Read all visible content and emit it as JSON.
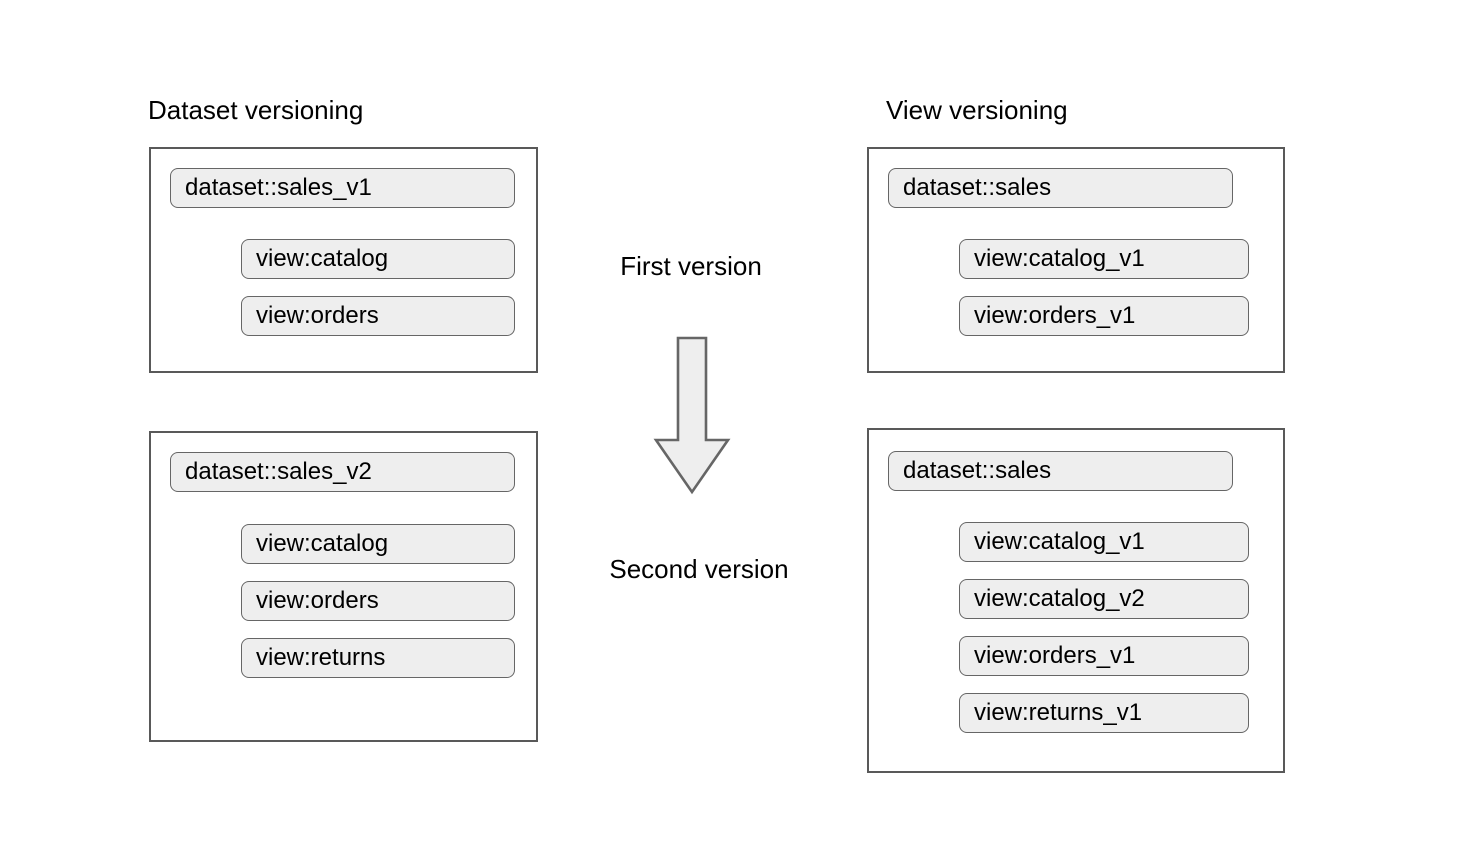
{
  "diagram": {
    "columns": [
      {
        "title": "Dataset versioning",
        "groups": [
          {
            "name": "first-version-group",
            "dataset": "dataset::sales_v1",
            "views": [
              "view:catalog",
              "view:orders"
            ]
          },
          {
            "name": "second-version-group",
            "dataset": "dataset::sales_v2",
            "views": [
              "view:catalog",
              "view:orders",
              "view:returns"
            ]
          }
        ]
      },
      {
        "title": "View versioning",
        "groups": [
          {
            "name": "first-version-group",
            "dataset": "dataset::sales",
            "views": [
              "view:catalog_v1",
              "view:orders_v1"
            ]
          },
          {
            "name": "second-version-group",
            "dataset": "dataset::sales",
            "views": [
              "view:catalog_v1",
              "view:catalog_v2",
              "view:orders_v1",
              "view:returns_v1"
            ]
          }
        ]
      }
    ],
    "center": {
      "first_label": "First version",
      "second_label": "Second version",
      "arrow_icon": "down-arrow-icon"
    },
    "colors": {
      "pill_fill": "#eeeeee",
      "pill_border": "#666666",
      "box_border": "#595959",
      "arrow_fill": "#eeeeee",
      "arrow_border": "#666666",
      "text": "#000000",
      "background": "#ffffff"
    }
  }
}
